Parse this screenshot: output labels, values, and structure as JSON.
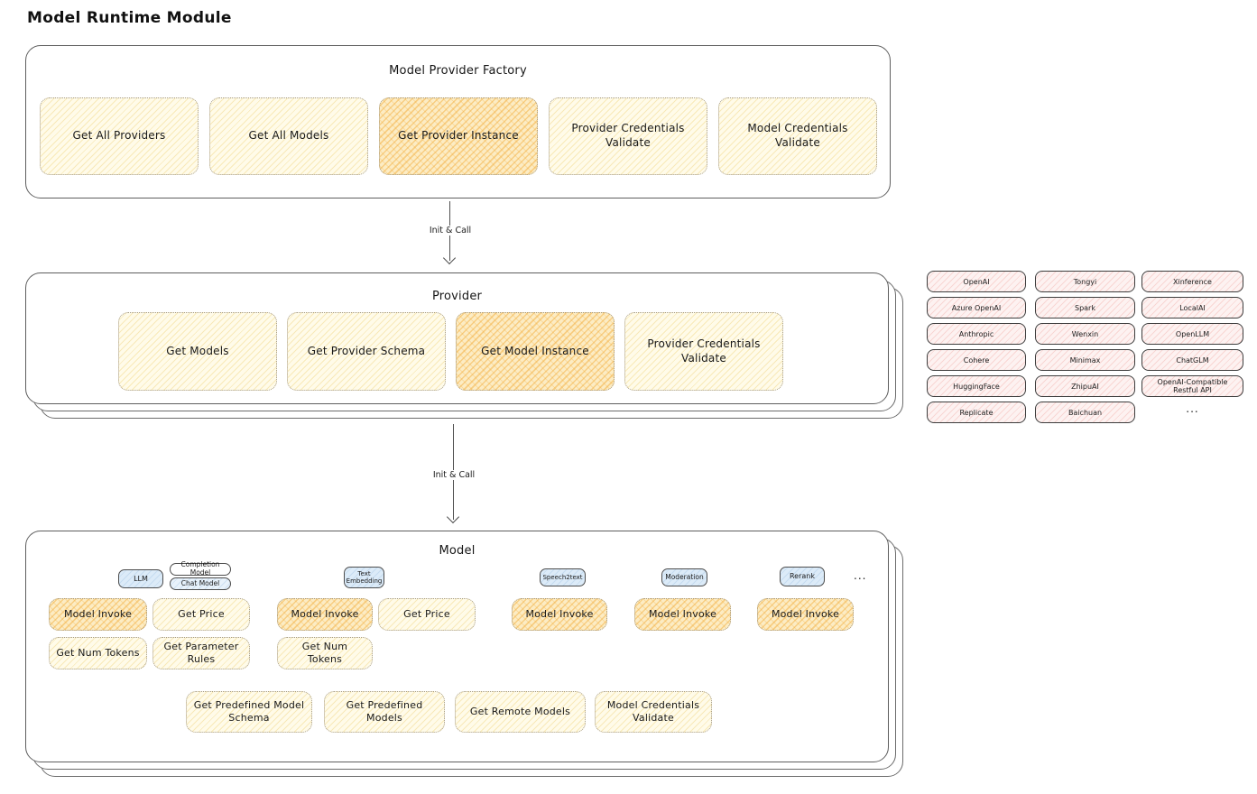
{
  "page_title": "Model Runtime Module",
  "arrow1": {
    "label": "Init & Call"
  },
  "arrow2": {
    "label": "Init & Call"
  },
  "factory": {
    "title": "Model Provider Factory",
    "boxes": [
      {
        "label": "Get All Providers"
      },
      {
        "label": "Get All Models"
      },
      {
        "label": "Get Provider Instance"
      },
      {
        "label": "Provider Credentials Validate"
      },
      {
        "label": "Model Credentials Validate"
      }
    ]
  },
  "provider": {
    "title": "Provider",
    "boxes": [
      {
        "label": "Get Models"
      },
      {
        "label": "Get Provider Schema"
      },
      {
        "label": "Get Model Instance"
      },
      {
        "label": "Provider Credentials Validate"
      }
    ]
  },
  "provider_list": {
    "col1": [
      "OpenAI",
      "Azure OpenAI",
      "Anthropic",
      "Cohere",
      "HuggingFace",
      "Replicate"
    ],
    "col2": [
      "Tongyi",
      "Spark",
      "Wenxin",
      "Minimax",
      "ZhipuAI",
      "Baichuan"
    ],
    "col3": [
      "Xinference",
      "LocalAI",
      "OpenLLM",
      "ChatGLM",
      "OpenAI-Compatible Restful API"
    ],
    "more": "..."
  },
  "model": {
    "title": "Model",
    "tags": {
      "llm": "LLM",
      "completion": "Completion Model",
      "chat": "Chat Model",
      "text_embedding": "Text Embedding",
      "speech2text": "Speech2text",
      "moderation": "Moderation",
      "rerank": "Rerank",
      "more": "..."
    },
    "boxes": {
      "model_invoke": "Model Invoke",
      "get_price": "Get Price",
      "get_num_tokens": "Get Num Tokens",
      "get_parameter_rules": "Get Parameter Rules",
      "get_predefined_model_schema": "Get Predefined Model Schema",
      "get_predefined_models": "Get Predefined Models",
      "get_remote_models": "Get Remote Models",
      "model_credentials_validate": "Model Credentials Validate"
    }
  }
}
